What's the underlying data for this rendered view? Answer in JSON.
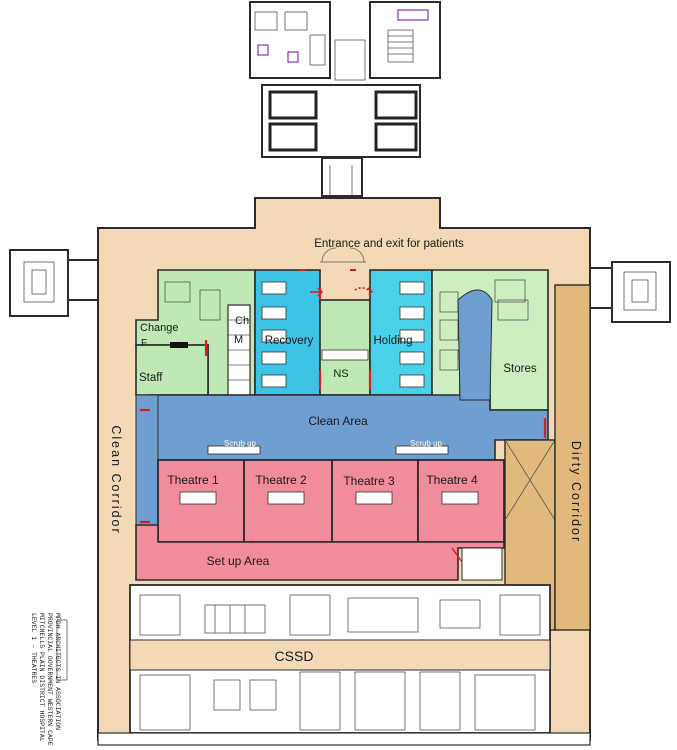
{
  "plan": {
    "colors": {
      "corridor_tan": "#f3d9b6",
      "clean_blue": "#6f9fd0",
      "theatre_pink": "#f08c9c",
      "light_green": "#bfe8b4",
      "teal": "#3cc3e6",
      "dirty_tan": "#e2b97c",
      "holding_cyan": "#48d1e8",
      "stores_green": "#cdeec0"
    },
    "labels": {
      "entrance": "Entrance and exit for patients",
      "change": "Change",
      "change_f": "F",
      "ch": "Ch",
      "m": "M",
      "staff": "Staff",
      "recovery": "Recovery",
      "ns": "NS",
      "holding": "Holding",
      "stores": "Stores",
      "clean_area": "Clean Area",
      "scrub_up_1": "Scrub up",
      "scrub_up_2": "Scrub up",
      "theatre_1": "Theatre 1",
      "theatre_2": "Theatre 2",
      "theatre_3": "Theatre 3",
      "theatre_4": "Theatre 4",
      "setup": "Set up Area",
      "clean_corridor": "Clean Corridor",
      "dirty_corridor": "Dirty Corridor",
      "cssd": "CSSD"
    },
    "title_block": [
      "LEVEL 1 - THEATRES",
      "MITCHELLS PLAIN DISTRICT HOSPITAL",
      "PROVINCIAL GOVERNMENT WESTERN CAPE",
      "MPDH ARCHITECTS IN ASSOCIATION"
    ]
  }
}
